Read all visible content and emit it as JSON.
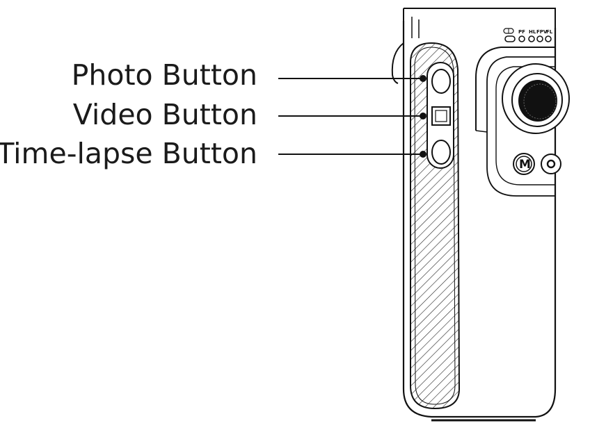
{
  "callouts": [
    {
      "label": "Photo Button"
    },
    {
      "label": "Video Button"
    },
    {
      "label": "Time-lapse Button"
    }
  ],
  "device": {
    "indicator_labels": [
      "PF",
      "HL",
      "FPV",
      "FL"
    ],
    "mode_button_label": "M"
  }
}
